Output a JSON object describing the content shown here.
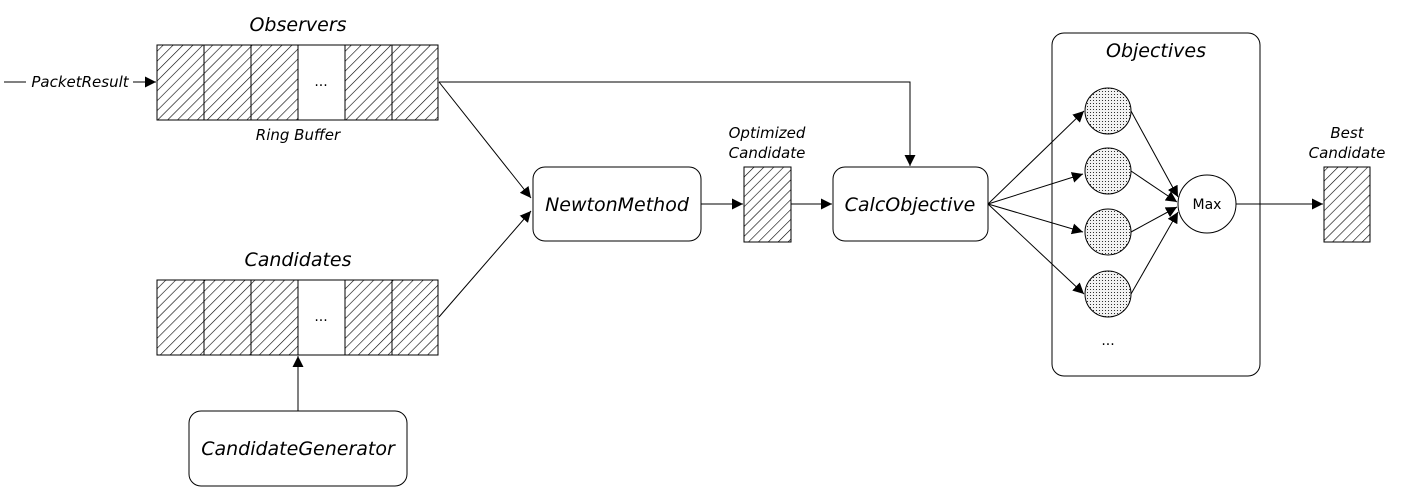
{
  "observers": {
    "title": "Observers",
    "caption": "Ring Buffer",
    "input_label": "PacketResult",
    "ellipsis": "..."
  },
  "candidates": {
    "title": "Candidates",
    "ellipsis": "..."
  },
  "nodes": {
    "newton": "NewtonMethod",
    "calc": "CalcObjective",
    "generator": "CandidateGenerator",
    "max": "Max"
  },
  "optimized": {
    "line1": "Optimized",
    "line2": "Candidate"
  },
  "best": {
    "line1": "Best",
    "line2": "Candidate"
  },
  "objectives": {
    "title": "Objectives",
    "ellipsis": "..."
  }
}
